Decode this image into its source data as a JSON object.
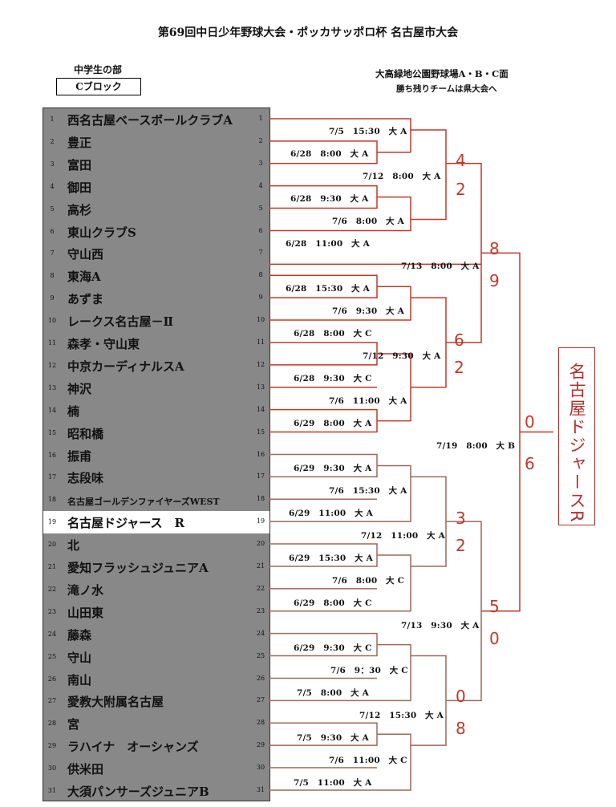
{
  "title": "第69回中日少年野球大会・ポッカサッポロ杯 名古屋市大会",
  "section": "中学生の部",
  "block": "Cブロック",
  "venue": "大高緑地公園野球場A・B・C面",
  "note": "勝ち残りチームは県大会へ",
  "teams": [
    {
      "no": "1",
      "name": "西名古屋ベースボールクラブA"
    },
    {
      "no": "2",
      "name": "豊正"
    },
    {
      "no": "3",
      "name": "富田"
    },
    {
      "no": "4",
      "name": "御田"
    },
    {
      "no": "5",
      "name": "高杉"
    },
    {
      "no": "6",
      "name": "東山クラブS"
    },
    {
      "no": "7",
      "name": "守山西"
    },
    {
      "no": "8",
      "name": "東海A"
    },
    {
      "no": "9",
      "name": "あずま"
    },
    {
      "no": "10",
      "name": "レークス名古屋－Ⅱ"
    },
    {
      "no": "11",
      "name": "森孝・守山東"
    },
    {
      "no": "12",
      "name": "中京カーディナルスA"
    },
    {
      "no": "13",
      "name": "神沢"
    },
    {
      "no": "14",
      "name": "楠"
    },
    {
      "no": "15",
      "name": "昭和橋"
    },
    {
      "no": "16",
      "name": "振甫"
    },
    {
      "no": "17",
      "name": "志段味"
    },
    {
      "no": "18",
      "name": "名古屋ゴールデンファイヤーズWEST"
    },
    {
      "no": "19",
      "name": "名古屋ドジャース　R"
    },
    {
      "no": "20",
      "name": "北"
    },
    {
      "no": "21",
      "name": "愛知フラッシュジュニアA"
    },
    {
      "no": "22",
      "name": "滝ノ水"
    },
    {
      "no": "23",
      "name": "山田東"
    },
    {
      "no": "24",
      "name": "藤森"
    },
    {
      "no": "25",
      "name": "守山"
    },
    {
      "no": "26",
      "name": "南山"
    },
    {
      "no": "27",
      "name": "愛教大附属名古屋"
    },
    {
      "no": "28",
      "name": "宮"
    },
    {
      "no": "29",
      "name": "ラハイナ　オーシャンズ"
    },
    {
      "no": "30",
      "name": "供米田"
    },
    {
      "no": "31",
      "name": "大須パンサーズジュニアB"
    }
  ],
  "matches": [
    "7/5　15:30　大 A",
    "6/28　8:00　大 A",
    "7/12　8:00　大 A",
    "6/28　9:30　大 A",
    "7/6　8:00　大 A",
    "6/28　11:00　大 A",
    "7/13　8:00　大 A",
    "6/28　15:30　大 A",
    "7/6　9:30　大 A",
    "6/28　8:00　大 C",
    "7/12　9:30　大 A",
    "6/28　9:30　大 C",
    "7/6　11:00　大 A",
    "6/29　8:00　大 A",
    "7/19　8:00　大 B",
    "6/29　9:30　大 A",
    "7/6　15:30　大 A",
    "6/29　11:00　大 A",
    "7/12　11:00　大 A",
    "6/29　15:30　大 A",
    "7/6　8:00　大 C",
    "6/29　8:00　大 C",
    "7/13　9:30　大 A",
    "6/29　9:30　大 C",
    "7/6　9：30　大 C",
    "7/5　8:00　大 A",
    "7/12　15:30　大 A",
    "7/5　9:30　大 A",
    "7/6　11:00　大 C",
    "7/5　11:00　大 A"
  ],
  "scores": [
    "4",
    "2",
    "8",
    "9",
    "6",
    "2",
    "0",
    "6",
    "3",
    "2",
    "5",
    "0",
    "0",
    "8"
  ],
  "winner": "名古屋ドジャースR",
  "colors": {
    "winner_line": "#c0392b",
    "loser_line": "#9a6a5a",
    "team_bg": "#888888"
  }
}
